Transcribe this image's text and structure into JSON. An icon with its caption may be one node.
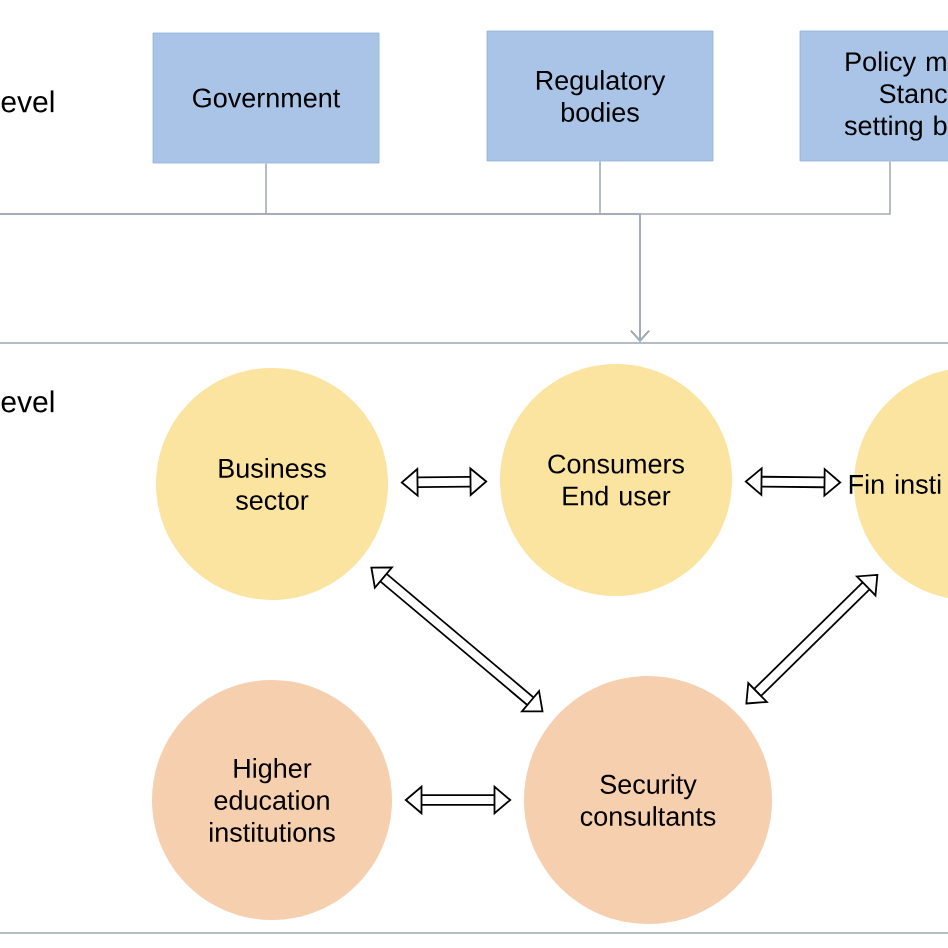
{
  "diagram": {
    "nodes": [
      {
        "text": [
          "Government"
        ]
      },
      {
        "text": [
          "Regulatory bodies"
        ]
      },
      {
        "text": [
          "Policy m Stanc setting b"
        ]
      },
      {
        "text": [
          "evel"
        ]
      },
      {
        "text": [
          "Business sector"
        ],
        "in": 3
      },
      {
        "text": [
          "Consumers End user"
        ],
        "in": 3
      },
      {
        "text": [
          "Fin insti"
        ],
        "in": 3
      },
      {
        "text": [
          "Higher education institutions"
        ],
        "in": 3
      },
      {
        "text": [
          "Security consultants"
        ],
        "in": 3
      }
    ],
    "edges": [
      {
        "from": 0,
        "to": 3,
        "arrow": "to",
        "color": "#a3acb8"
      },
      {
        "from": 1,
        "to": 3,
        "arrow": "to",
        "color": "#a3acb8"
      },
      {
        "from": 2,
        "to": 3,
        "arrow": "to",
        "color": "#a3acb8"
      },
      {
        "from": 4,
        "to": 5,
        "arrow": "both"
      },
      {
        "from": 5,
        "to": 6,
        "arrow": "both"
      },
      {
        "from": 4,
        "to": 8,
        "arrow": "both"
      },
      {
        "from": 6,
        "to": 8,
        "arrow": "both"
      },
      {
        "from": 7,
        "to": 8,
        "arrow": "both"
      }
    ],
    "labels": [
      "evel"
    ]
  }
}
